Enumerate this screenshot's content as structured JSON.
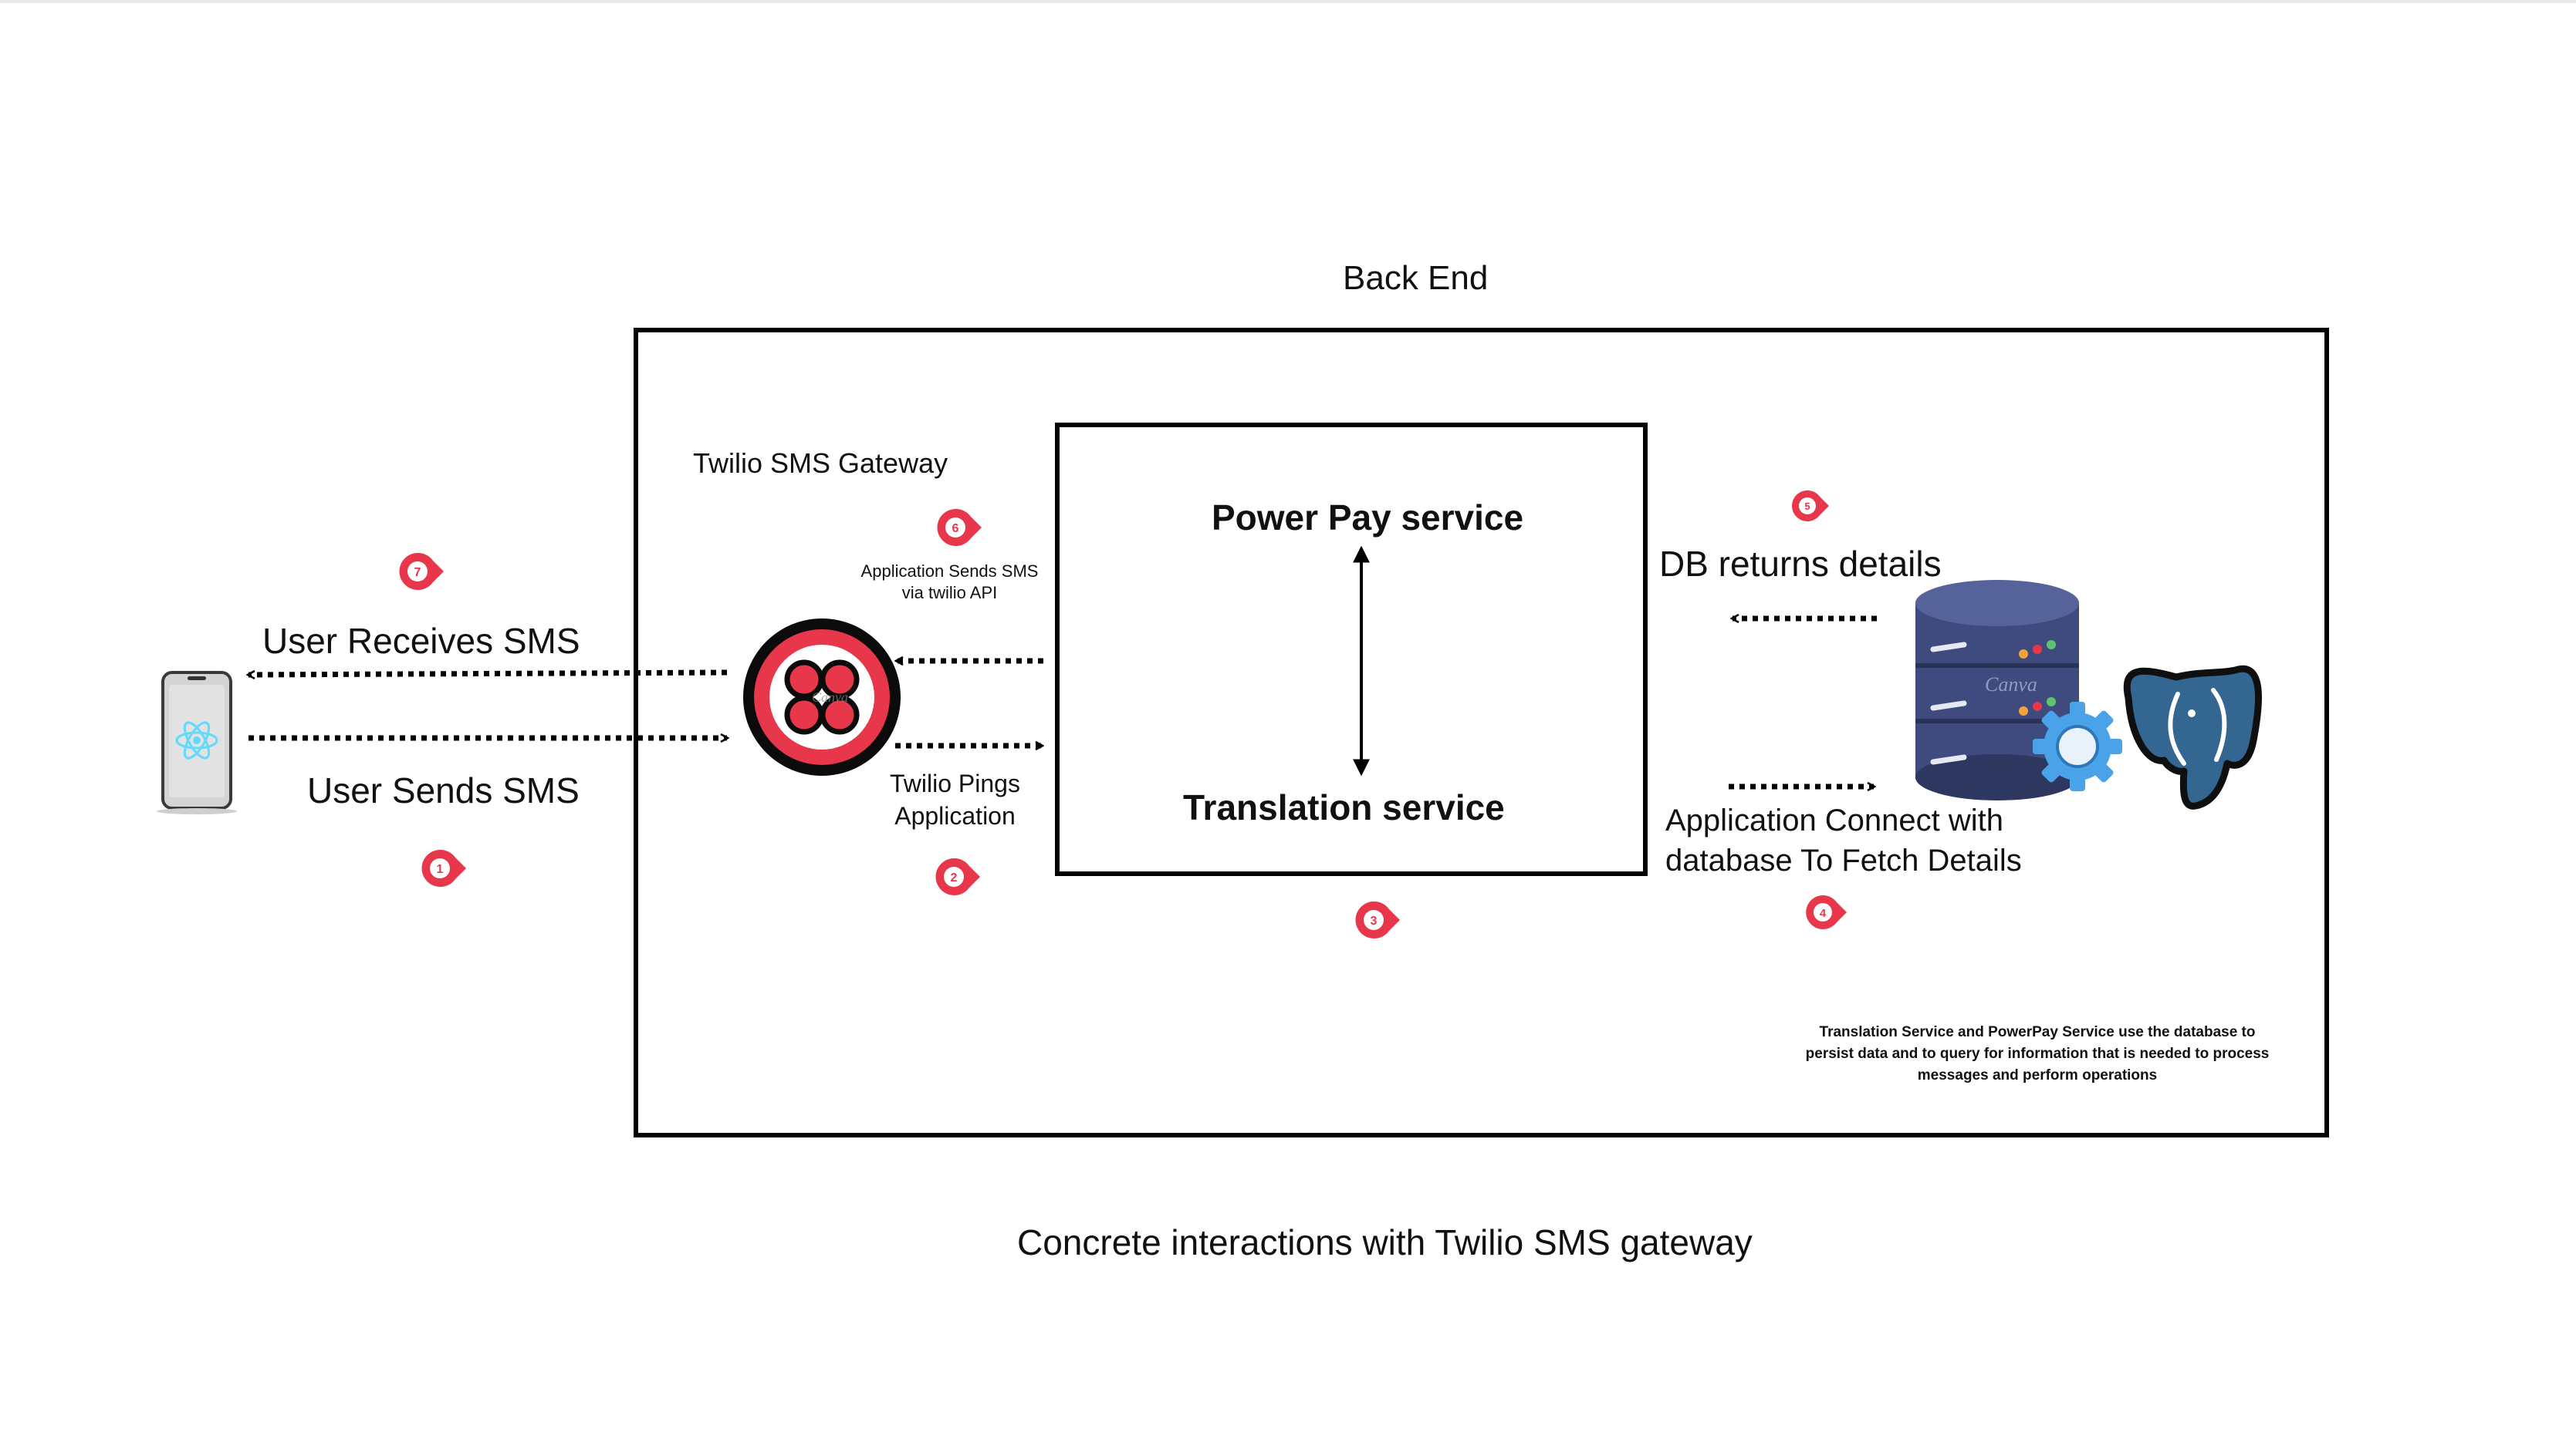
{
  "backend_title": "Back End",
  "caption": "Concrete interactions with Twilio SMS gateway",
  "services": {
    "power_pay": "Power Pay service",
    "translation": "Translation service"
  },
  "labels": {
    "gateway": "Twilio SMS Gateway",
    "app_sends_sms": "Application Sends SMS via twilio API",
    "user_receives": "User Receives SMS",
    "user_sends": "User Sends SMS",
    "twilio_pings": "Twilio Pings Application",
    "db_returns": "DB returns details",
    "app_connect": "Application Connect with database To Fetch Details"
  },
  "note": "Translation Service and PowerPay Service use the database to persist data and to query for information that is needed to process messages and perform operations",
  "watermark": "Canva",
  "steps": [
    "1",
    "2",
    "3",
    "4",
    "5",
    "6",
    "7"
  ],
  "colors": {
    "marker": "#e8364a",
    "twilio_red": "#e8364a",
    "db_blue": "#3f4b7e",
    "postgres_blue": "#336791",
    "react_cyan": "#61dafb",
    "gear_blue": "#4aa3e8"
  },
  "icons": [
    "phone-icon",
    "react-icon",
    "twilio-icon",
    "database-icon",
    "gear-icon",
    "postgres-icon",
    "step-marker-icon"
  ]
}
